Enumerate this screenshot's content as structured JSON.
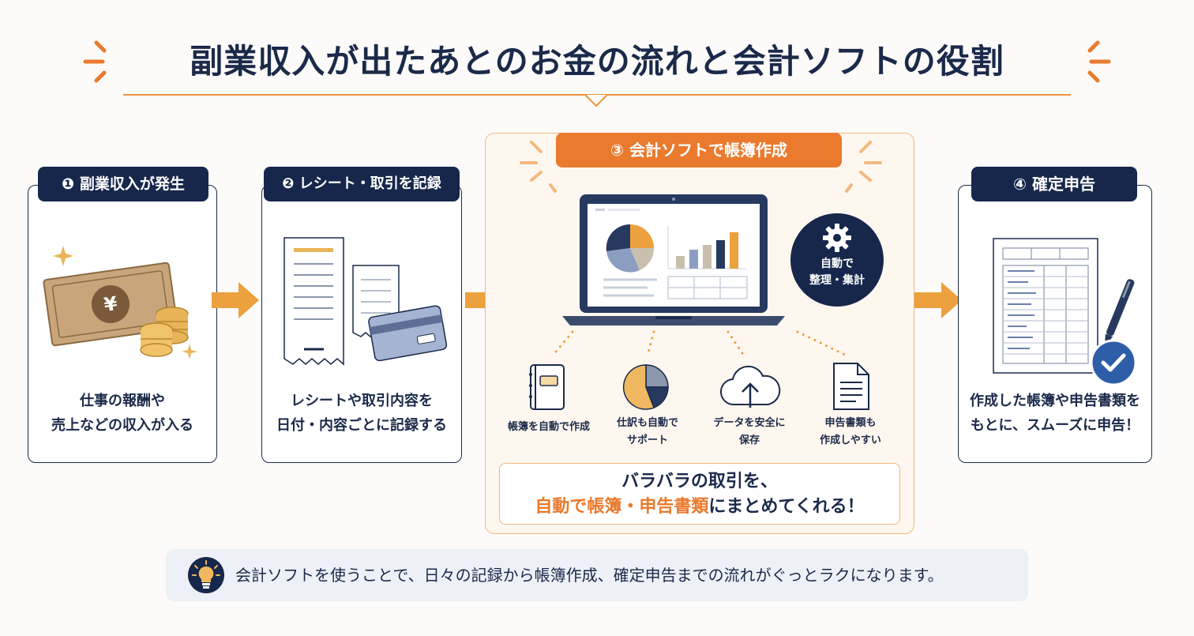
{
  "title": "副業収入が出たあとのお金の流れと会計ソフトの役割",
  "steps": [
    {
      "badge": "❶ 副業収入が発生",
      "desc_line1": "仕事の報酬や",
      "desc_line2": "売上などの収入が入る"
    },
    {
      "badge": "❷ レシート・取引を記録",
      "desc_line1": "レシートや取引内容を",
      "desc_line2": "日付・内容ごとに記録する"
    },
    {
      "badge": "③ 会計ソフトで帳簿作成"
    },
    {
      "badge": "④ 確定申告",
      "desc_line1": "作成した帳簿や申告書類を",
      "desc_line2": "もとに、スムーズに申告！"
    }
  ],
  "yen_symbol": "¥",
  "auto_badge": {
    "line1": "自動で",
    "line2": "整理・集計"
  },
  "features": [
    {
      "icon": "notebook-icon",
      "line1": "帳簿を自動で作成",
      "line2": ""
    },
    {
      "icon": "pie-chart-icon",
      "line1": "仕訳も自動で",
      "line2": "サポート"
    },
    {
      "icon": "cloud-upload-icon",
      "line1": "データを安全に",
      "line2": "保存"
    },
    {
      "icon": "document-icon",
      "line1": "申告書類も",
      "line2": "作成しやすい"
    }
  ],
  "callout": {
    "line1": "バラバラの取引を、",
    "line2_highlight": "自動で帳簿・申告書類",
    "line2_rest": "にまとめてくれる！"
  },
  "note": "会計ソフトを使うことで、日々の記録から帳簿作成、確定申告までの流れがぐっとラクになります。",
  "colors": {
    "navy": "#16274b",
    "orange": "#ea7a2d",
    "gold": "#e9b458",
    "light_orange": "#f2b97f",
    "background": "#fcfbf9"
  }
}
